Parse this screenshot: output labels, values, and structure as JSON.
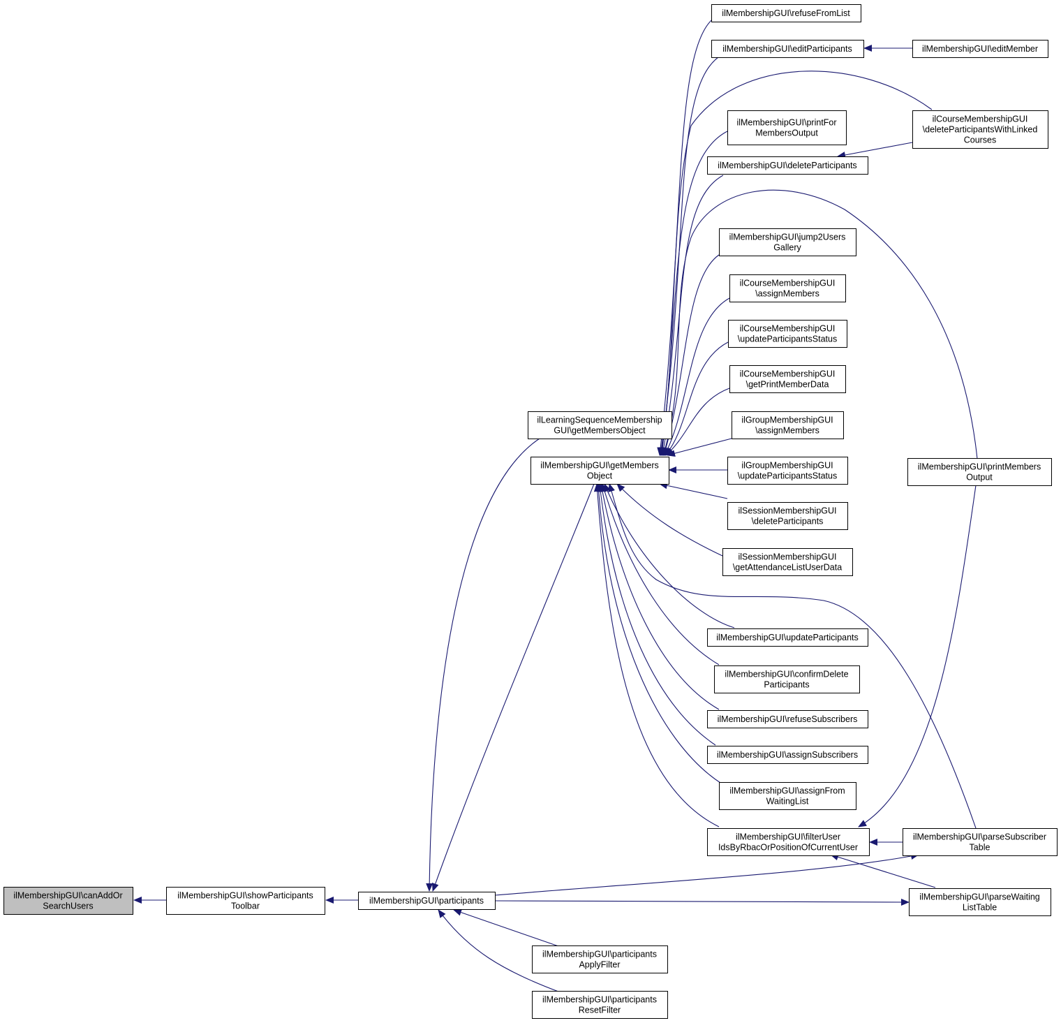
{
  "colors": {
    "edge": "#191970",
    "root_fill": "#bfbfbf",
    "node_fill": "#ffffff",
    "node_stroke": "#000000"
  },
  "nodes": [
    {
      "id": "canAddOrSearchUsers",
      "lines": [
        "ilMembershipGUI\\canAddOr",
        "SearchUsers"
      ],
      "root": true
    },
    {
      "id": "showParticipantsToolbar",
      "lines": [
        "ilMembershipGUI\\showParticipants",
        "Toolbar"
      ]
    },
    {
      "id": "participants",
      "lines": [
        "ilMembershipGUI\\participants"
      ]
    },
    {
      "id": "lsGetMembersObject",
      "lines": [
        "ilLearningSequenceMembership",
        "GUI\\getMembersObject"
      ]
    },
    {
      "id": "getMembersObject",
      "lines": [
        "ilMembershipGUI\\getMembers",
        "Object"
      ]
    },
    {
      "id": "participantsApplyFilter",
      "lines": [
        "ilMembershipGUI\\participants",
        "ApplyFilter"
      ]
    },
    {
      "id": "participantsResetFilter",
      "lines": [
        "ilMembershipGUI\\participants",
        "ResetFilter"
      ]
    },
    {
      "id": "refuseFromList",
      "lines": [
        "ilMembershipGUI\\refuseFromList"
      ]
    },
    {
      "id": "editParticipants",
      "lines": [
        "ilMembershipGUI\\editParticipants"
      ]
    },
    {
      "id": "printForMembersOutput",
      "lines": [
        "ilMembershipGUI\\printFor",
        "MembersOutput"
      ]
    },
    {
      "id": "deleteParticipants",
      "lines": [
        "ilMembershipGUI\\deleteParticipants"
      ]
    },
    {
      "id": "jump2UsersGallery",
      "lines": [
        "ilMembershipGUI\\jump2Users",
        "Gallery"
      ]
    },
    {
      "id": "crsAssignMembers",
      "lines": [
        "ilCourseMembershipGUI",
        "\\assignMembers"
      ]
    },
    {
      "id": "crsUpdateParticipantsStatus",
      "lines": [
        "ilCourseMembershipGUI",
        "\\updateParticipantsStatus"
      ]
    },
    {
      "id": "crsGetPrintMemberData",
      "lines": [
        "ilCourseMembershipGUI",
        "\\getPrintMemberData"
      ]
    },
    {
      "id": "grpAssignMembers",
      "lines": [
        "ilGroupMembershipGUI",
        "\\assignMembers"
      ]
    },
    {
      "id": "grpUpdateParticipantsStatus",
      "lines": [
        "ilGroupMembershipGUI",
        "\\updateParticipantsStatus"
      ]
    },
    {
      "id": "sessDeleteParticipants",
      "lines": [
        "ilSessionMembershipGUI",
        "\\deleteParticipants"
      ]
    },
    {
      "id": "sessGetAttendanceListUserData",
      "lines": [
        "ilSessionMembershipGUI",
        "\\getAttendanceListUserData"
      ]
    },
    {
      "id": "updateParticipants",
      "lines": [
        "ilMembershipGUI\\updateParticipants"
      ]
    },
    {
      "id": "confirmDeleteParticipants",
      "lines": [
        "ilMembershipGUI\\confirmDelete",
        "Participants"
      ]
    },
    {
      "id": "refuseSubscribers",
      "lines": [
        "ilMembershipGUI\\refuseSubscribers"
      ]
    },
    {
      "id": "assignSubscribers",
      "lines": [
        "ilMembershipGUI\\assignSubscribers"
      ]
    },
    {
      "id": "assignFromWaitingList",
      "lines": [
        "ilMembershipGUI\\assignFrom",
        "WaitingList"
      ]
    },
    {
      "id": "filterUserIds",
      "lines": [
        "ilMembershipGUI\\filterUser",
        "IdsByRbacOrPositionOfCurrentUser"
      ]
    },
    {
      "id": "editMember",
      "lines": [
        "ilMembershipGUI\\editMember"
      ]
    },
    {
      "id": "crsDeleteParticipantsWithLinkedCourses",
      "lines": [
        "ilCourseMembershipGUI",
        "\\deleteParticipantsWithLinked",
        "Courses"
      ]
    },
    {
      "id": "printMembersOutput",
      "lines": [
        "ilMembershipGUI\\printMembers",
        "Output"
      ]
    },
    {
      "id": "parseSubscriberTable",
      "lines": [
        "ilMembershipGUI\\parseSubscriber",
        "Table"
      ]
    },
    {
      "id": "parseWaitingListTable",
      "lines": [
        "ilMembershipGUI\\parseWaiting",
        "ListTable"
      ]
    }
  ]
}
